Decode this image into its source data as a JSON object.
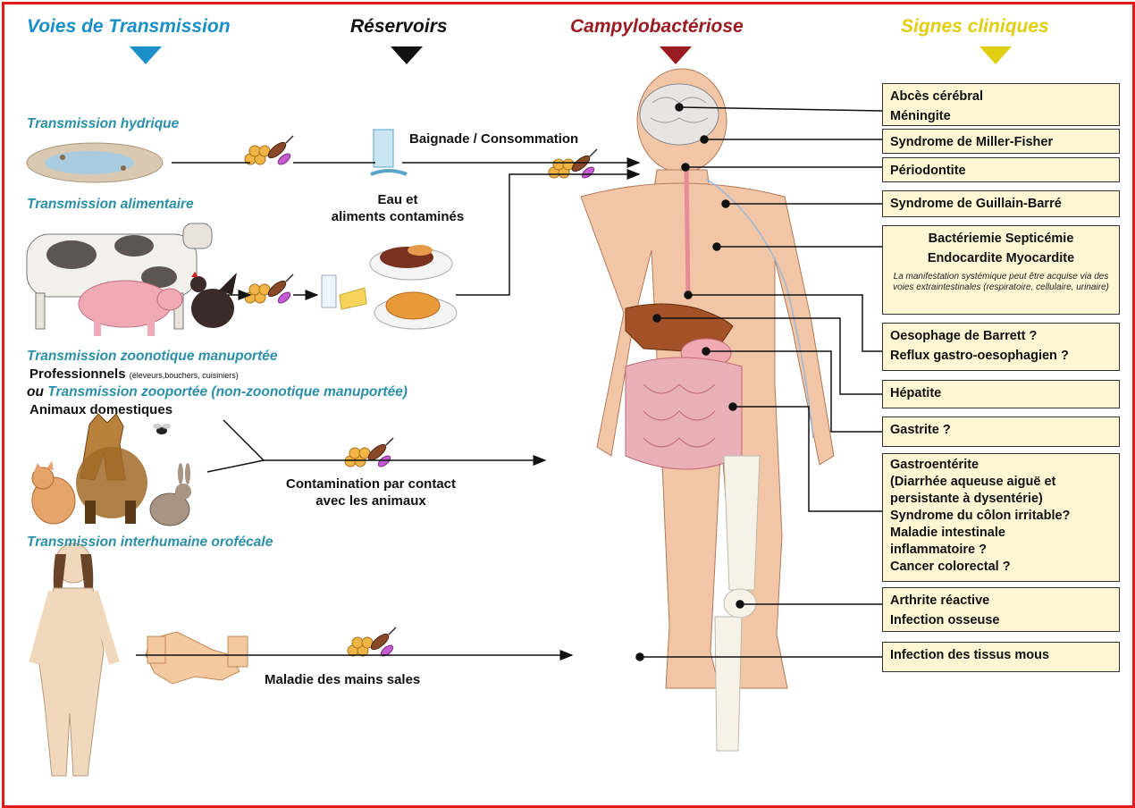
{
  "headers": {
    "routes": {
      "label": "Voies de Transmission",
      "color": "#1a8fc8"
    },
    "reservoirs": {
      "label": "Réservoirs",
      "color": "#111111"
    },
    "disease": {
      "label": "Campylobactériose",
      "color": "#9b1b22"
    },
    "signs": {
      "label": "Signes cliniques",
      "color": "#e0cf10"
    }
  },
  "routes": {
    "hydric": "Transmission hydrique",
    "food": "Transmission alimentaire",
    "zoonotic": "Transmission zoonotique manuportée",
    "professionals": "Professionnels",
    "professionals_detail": "(éleveurs,bouchers, cuisiniers)",
    "zooported_prefix": "ou",
    "zooported": "Transmission zooportée (non-zoonotique manuportée)",
    "pets": "Animaux domestiques",
    "interhuman": "Transmission interhumaine orofécale"
  },
  "labels": {
    "bathing": "Baignade / Consommation",
    "water_food_1": "Eau et",
    "water_food_2": "aliments contaminés",
    "contact_1": "Contamination par contact",
    "contact_2": "avec les animaux",
    "dirty_hands": "Maladie des mains sales"
  },
  "signs": [
    {
      "lines": [
        "Abcès cérébral",
        "Méningite"
      ]
    },
    {
      "lines": [
        "Syndrome de Miller-Fisher"
      ]
    },
    {
      "lines": [
        "Périodontite"
      ]
    },
    {
      "lines": [
        "Syndrome de Guillain-Barré"
      ]
    },
    {
      "lines": [
        "Bactériemie  Septicémie",
        "Endocardite  Myocardite"
      ],
      "note": "La manifestation systémique peut être acquise via des voies extraintestinales (respiratoire, cellulaire, urinaire)"
    },
    {
      "lines": [
        "Oesophage de Barrett ?",
        "Reflux gastro-oesophagien ?"
      ]
    },
    {
      "lines": [
        "Hépatite"
      ]
    },
    {
      "lines": [
        "Gastrite ?"
      ]
    },
    {
      "lines": [
        "Gastroentérite",
        "(Diarrhée aqueuse aiguë et",
        "persistante à dysentérie)",
        "Syndrome du côlon irritable?",
        "Maladie intestinale",
        "inflammatoire ?",
        "Cancer colorectal ?"
      ]
    },
    {
      "lines": [
        "Arthrite réactive",
        "Infection osseuse"
      ]
    },
    {
      "lines": [
        "Infection des tissus mous"
      ]
    }
  ],
  "icons": [
    "water-puddle-icon",
    "water-glass-icon",
    "cow-icon",
    "pig-icon",
    "chicken-icon",
    "food-plate-icon",
    "dog-icon",
    "cat-icon",
    "rabbit-icon",
    "fly-icon",
    "woman-icon",
    "handshake-icon",
    "bacteria-icon",
    "human-body-icon"
  ]
}
